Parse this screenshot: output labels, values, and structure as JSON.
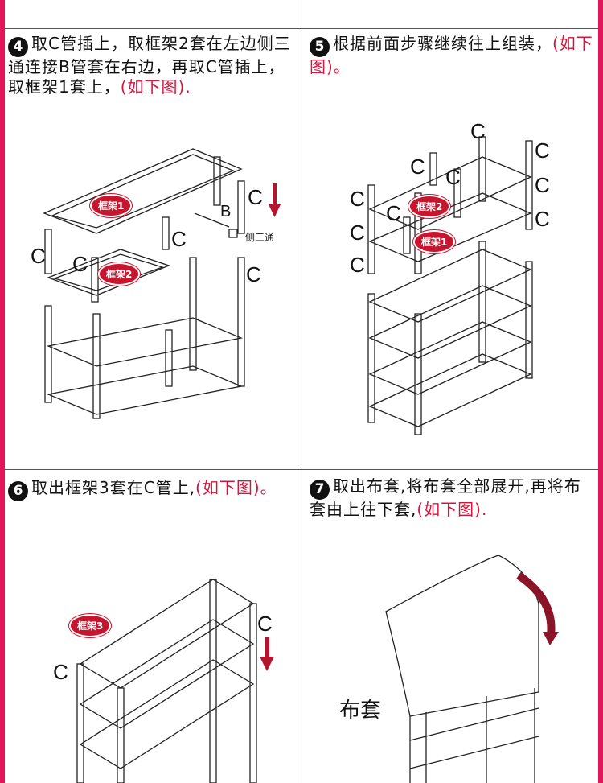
{
  "steps": [
    {
      "num": "4",
      "text": "取C管插上，取框架2套在左边侧三通连接B管套在右边，再取C管插上，取框架1套上，",
      "note": "(如下图)."
    },
    {
      "num": "5",
      "text": "根据前面步骤继续往上组装，",
      "note": "(如下图)。"
    },
    {
      "num": "6",
      "text": "取出框架3套在C管上,",
      "note": "(如下图)。"
    },
    {
      "num": "7",
      "text": "取出布套,将布套全部展开,再将布套由上往下套,",
      "note": "(如下图)."
    }
  ],
  "labels": {
    "c": "C",
    "b": "B",
    "tee": "侧三通",
    "frame1": "框架1",
    "frame2": "框架2",
    "frame3": "框架3",
    "cover": "布套"
  }
}
